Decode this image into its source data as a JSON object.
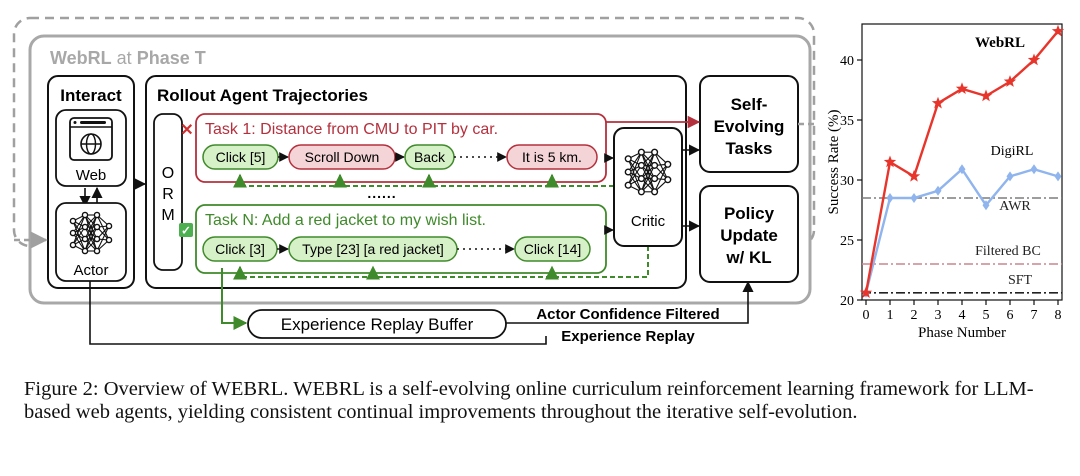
{
  "diagram": {
    "phase_title": {
      "prefix": "WebRL",
      "middle": " at ",
      "suffix": "Phase T"
    },
    "interact": {
      "title": "Interact",
      "web_label": "Web",
      "actor_label": "Actor"
    },
    "rollout": {
      "title": "Rollout Agent Trajectories"
    },
    "orm": {
      "letters": [
        "O",
        "R",
        "M"
      ]
    },
    "task1": {
      "title": "Task 1: Distance from CMU to PIT by car.",
      "steps": [
        "Click [5]",
        "Scroll Down",
        "Back",
        "It is 5 km."
      ],
      "mark": "✕"
    },
    "dots": "......",
    "taskN": {
      "title": "Task N: Add a red jacket to my wish list.",
      "steps": [
        "Click [3]",
        "Type [23] [a red jacket]",
        "Click [14]"
      ],
      "mark": "✓"
    },
    "critic": {
      "label": "Critic"
    },
    "self_evolving": {
      "lines": [
        "Self-",
        "Evolving",
        "Tasks"
      ]
    },
    "policy": {
      "lines": [
        "Policy",
        "Update",
        "w/ KL"
      ]
    },
    "replay": {
      "buffer": "Experience Replay Buffer",
      "caption_lines": [
        "Actor Confidence Filtered",
        "Experience Replay"
      ]
    },
    "colors": {
      "task1": "#b5303d",
      "task1_fill": "#f4d4d6",
      "taskN": "#3f8a2a",
      "taskN_fill": "#d6f0c8",
      "dashed_gray": "#a0a0a0"
    }
  },
  "chart_data": {
    "type": "line",
    "title": "",
    "xlabel": "Phase Number",
    "ylabel": "Success Rate (%)",
    "xlim": [
      0,
      8
    ],
    "ylim": [
      20,
      43
    ],
    "x_ticks": [
      0,
      1,
      2,
      3,
      4,
      5,
      6,
      7,
      8
    ],
    "y_ticks": [
      20,
      25,
      30,
      35,
      40
    ],
    "grid": false,
    "series": [
      {
        "name": "WebRL",
        "color": "#e8352b",
        "marker": "star",
        "x": [
          0,
          1,
          2,
          3,
          4,
          5,
          6,
          7,
          8
        ],
        "values": [
          20.6,
          31.5,
          30.3,
          36.4,
          37.6,
          37.0,
          38.2,
          40.0,
          42.4
        ]
      },
      {
        "name": "DigiRL",
        "color": "#8fb4ee",
        "marker": "diamond",
        "x": [
          0,
          1,
          2,
          3,
          4,
          5,
          6,
          7,
          8
        ],
        "values": [
          20.6,
          28.5,
          28.5,
          29.1,
          30.9,
          27.9,
          30.3,
          30.9,
          30.3
        ]
      }
    ],
    "baselines": [
      {
        "name": "AWR",
        "value": 28.5,
        "color": "#7d7d7d",
        "style": "dashdot"
      },
      {
        "name": "Filtered BC",
        "value": 23.0,
        "color": "#c9878f",
        "style": "dashdot"
      },
      {
        "name": "SFT",
        "value": 20.6,
        "color": "#222222",
        "style": "dashdot"
      }
    ]
  },
  "caption": {
    "label": "Figure 2: Overview of ",
    "name_w": "W",
    "name_rest": "EB",
    "name_rl": "RL",
    "sep": ". ",
    "body": " is a self-evolving online curriculum reinforcement learning framework for LLM-based web agents, yielding consistent continual improvements throughout the iterative self-evolution."
  }
}
